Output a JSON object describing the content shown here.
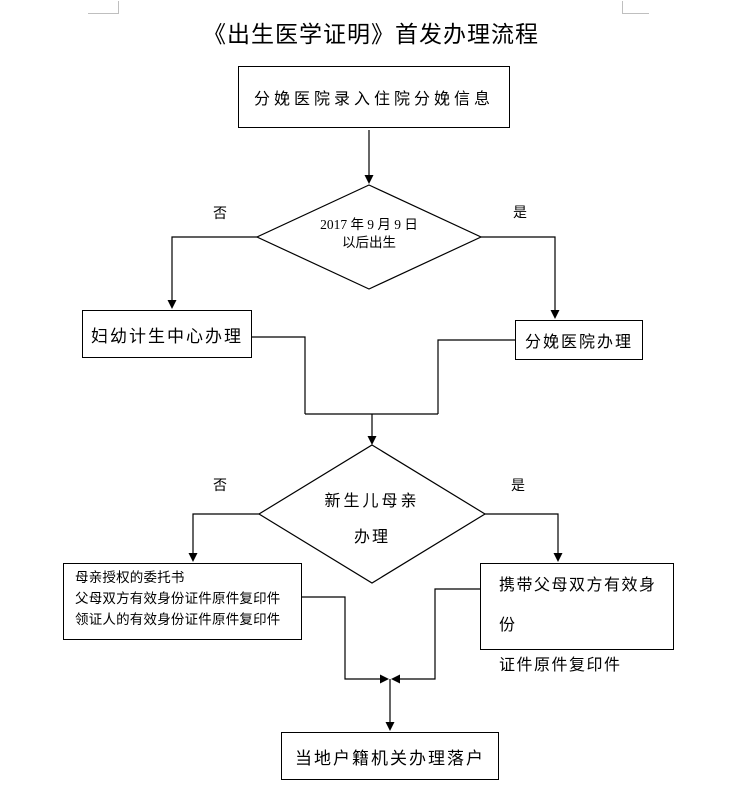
{
  "colors": {
    "line": "#000000",
    "text": "#000000",
    "crop_mark": "#bfbfbf",
    "background": "#ffffff"
  },
  "title": "《出生医学证明》首发办理流程",
  "flow": {
    "start": "分娩医院录入住院分娩信息",
    "decision1": {
      "line1": "2017 年 9 月 9 日",
      "line2": "以后出生"
    },
    "branch1": {
      "no": "否",
      "yes": "是"
    },
    "no1_box": "妇幼计生中心办理",
    "yes1_box": "分娩医院办理",
    "decision2": {
      "line1": "新生儿母亲",
      "line2": "办理"
    },
    "branch2": {
      "no": "否",
      "yes": "是"
    },
    "no2_box": {
      "line1": "母亲授权的委托书",
      "line2": "父母双方有效身份证件原件复印件",
      "line3": "领证人的有效身份证件原件复印件"
    },
    "yes2_box": {
      "line1": "携带父母双方有效身份",
      "line2": "证件原件复印件"
    },
    "end": "当地户籍机关办理落户"
  }
}
